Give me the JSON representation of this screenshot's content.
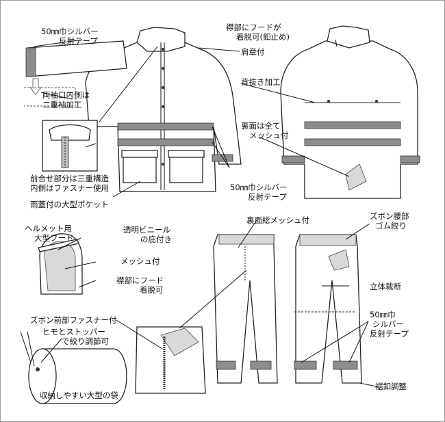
{
  "labels": {
    "sleeve_tape": [
      "50㎜巾シルバー",
      "反射テープ"
    ],
    "cuff": [
      "両袖口内側は",
      "二重袖加工"
    ],
    "front_closure": [
      "前合せ部分は三重構造",
      "内側はファスナー使用"
    ],
    "pocket": "雨蓋付の大型ポケット",
    "hood_collar": [
      "襟部にフードが",
      "着脱可(釦止め)"
    ],
    "epaulette": "肩章付",
    "back_vent": "背抜き加工",
    "mesh_lining": [
      "裏面は全て",
      "メッシュ付"
    ],
    "body_tape": [
      "50㎜巾シルバー",
      "反射テープ"
    ],
    "helmet_hood": [
      "ヘルメット用",
      "大型フード"
    ],
    "visor": [
      "透明ビニール",
      "の庇付き"
    ],
    "hood_mesh": "メッシュ付",
    "hood_detach": [
      "襟部にフード",
      "着脱可"
    ],
    "pants_mesh": "裏面総メッシュ付",
    "waist": [
      "ズボン腰部",
      "ゴム絞り"
    ],
    "cut": "立体裁断",
    "pants_tape": [
      "50㎜巾",
      "シルバー",
      "反射テープ"
    ],
    "hem_adjust": "裾釦調整",
    "zipper": "ズボン前部ファスナー付",
    "cord": [
      "ヒモとストッパー",
      "で絞り調節可"
    ],
    "bag": "収納しやすい大型の袋"
  }
}
